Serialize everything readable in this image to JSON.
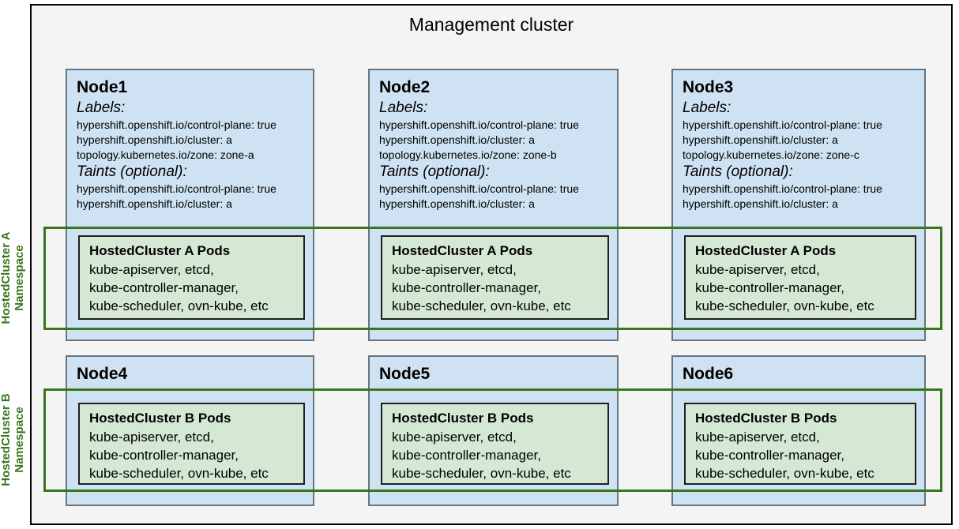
{
  "title": "Management cluster",
  "colors": {
    "frame_fill": "#f4f4f4",
    "frame_border": "#000000",
    "node_fill": "#cfe2f3",
    "node_border": "#66757f",
    "pods_fill": "#d5e8d4",
    "pods_border": "#1f1f1f",
    "namespace_green": "#38761d"
  },
  "namespace_overlays": [
    {
      "line1": "HostedCluster A",
      "line2": "Namespace"
    },
    {
      "line1": "HostedCluster B",
      "line2": "Namespace"
    }
  ],
  "nodes": [
    {
      "name": "Node1",
      "labels_heading": "Labels:",
      "labels": [
        "hypershift.openshift.io/control-plane: true",
        "hypershift.openshift.io/cluster: a",
        "topology.kubernetes.io/zone: zone-a"
      ],
      "taints_heading": "Taints (optional):",
      "taints": [
        "hypershift.openshift.io/control-plane: true",
        "hypershift.openshift.io/cluster: a"
      ],
      "pods": {
        "title": "HostedCluster A Pods",
        "lines": [
          "kube-apiserver, etcd,",
          "kube-controller-manager,",
          "kube-scheduler, ovn-kube, etc"
        ]
      }
    },
    {
      "name": "Node2",
      "labels_heading": "Labels:",
      "labels": [
        "hypershift.openshift.io/control-plane: true",
        "hypershift.openshift.io/cluster: a",
        "topology.kubernetes.io/zone: zone-b"
      ],
      "taints_heading": "Taints (optional):",
      "taints": [
        "hypershift.openshift.io/control-plane: true",
        "hypershift.openshift.io/cluster: a"
      ],
      "pods": {
        "title": "HostedCluster A Pods",
        "lines": [
          "kube-apiserver, etcd,",
          "kube-controller-manager,",
          "kube-scheduler, ovn-kube, etc"
        ]
      }
    },
    {
      "name": "Node3",
      "labels_heading": "Labels:",
      "labels": [
        "hypershift.openshift.io/control-plane: true",
        "hypershift.openshift.io/cluster: a",
        "topology.kubernetes.io/zone: zone-c"
      ],
      "taints_heading": "Taints (optional):",
      "taints": [
        "hypershift.openshift.io/control-plane: true",
        "hypershift.openshift.io/cluster: a"
      ],
      "pods": {
        "title": "HostedCluster A Pods",
        "lines": [
          "kube-apiserver, etcd,",
          "kube-controller-manager,",
          "kube-scheduler, ovn-kube, etc"
        ]
      }
    },
    {
      "name": "Node4",
      "pods": {
        "title": "HostedCluster B Pods",
        "lines": [
          "kube-apiserver, etcd,",
          "kube-controller-manager,",
          "kube-scheduler, ovn-kube, etc"
        ]
      }
    },
    {
      "name": "Node5",
      "pods": {
        "title": "HostedCluster B Pods",
        "lines": [
          "kube-apiserver, etcd,",
          "kube-controller-manager,",
          "kube-scheduler, ovn-kube, etc"
        ]
      }
    },
    {
      "name": "Node6",
      "pods": {
        "title": "HostedCluster B Pods",
        "lines": [
          "kube-apiserver, etcd,",
          "kube-controller-manager,",
          "kube-scheduler, ovn-kube, etc"
        ]
      }
    }
  ]
}
